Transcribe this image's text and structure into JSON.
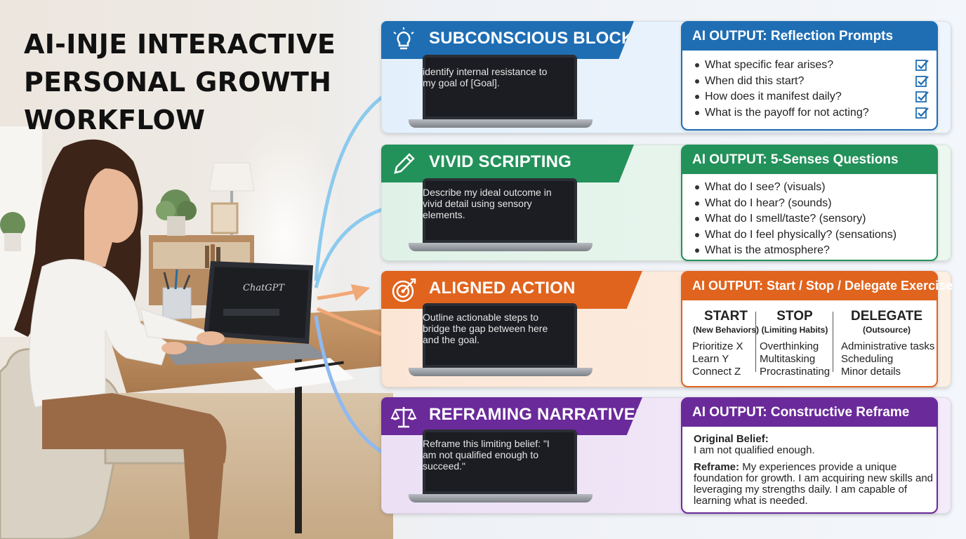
{
  "title": {
    "line1": "AI-INJE INTERACTIVE",
    "line2": "PERSONAL GROWTH",
    "line3": "WORKFLOW"
  },
  "laptop_screen_brand": "ChatGPT",
  "colors": {
    "blue": "#1f6eb4",
    "green": "#23915a",
    "orange": "#e0641e",
    "purple": "#6a2a9a"
  },
  "steps": [
    {
      "name": "SUBCONSCIOUS BLOCKS",
      "icon": "lightbulb-icon",
      "prompt": "identify internal resistance to my goal of [Goal].",
      "output_title": "AI OUTPUT: Reflection Prompts",
      "items": [
        "What specific fear arises?",
        "When did this start?",
        "How does it manifest daily?",
        "What is the payoff for not acting?"
      ]
    },
    {
      "name": "VIVID SCRIPTING",
      "icon": "pencil-icon",
      "prompt": "Describe my ideal outcome in vivid detail using sensory elements.",
      "output_title": "AI OUTPUT: 5-Senses Questions",
      "items": [
        "What do I see? (visuals)",
        "What do I hear? (sounds)",
        "What do I smell/taste? (sensory)",
        "What do I feel physically? (sensations)",
        "What is the atmosphere?"
      ]
    },
    {
      "name": "ALIGNED ACTION",
      "icon": "target-icon",
      "prompt": "Outline actionable steps to bridge the gap between here and the goal.",
      "output_title": "AI OUTPUT: Start / Stop / Delegate Exercise",
      "columns": [
        {
          "title": "START",
          "sub": "(New Behaviors)",
          "items": [
            "Prioritize X",
            "Learn Y",
            "Connect Z"
          ]
        },
        {
          "title": "STOP",
          "sub": "(Limiting Habits)",
          "items": [
            "Overthinking",
            "Multitasking",
            "Procrastinating"
          ]
        },
        {
          "title": "DELEGATE",
          "sub": "(Outsource)",
          "items": [
            "Administrative tasks",
            "Scheduling",
            "Minor details"
          ]
        }
      ]
    },
    {
      "name": "REFRAMING NARRATIVES",
      "icon": "scales-icon",
      "prompt": "Reframe this limiting belief: \"I am not qualified enough to succeed.\"",
      "output_title": "AI OUTPUT: Constructive Reframe",
      "original_label": "Original Belief:",
      "original_text": "I am not qualified enough.",
      "reframe_label": "Reframe:",
      "reframe_text": "My experiences provide a unique foundation for growth. I am acquiring new skills and leveraging my strengths daily. I am capable of learning what is needed."
    }
  ]
}
